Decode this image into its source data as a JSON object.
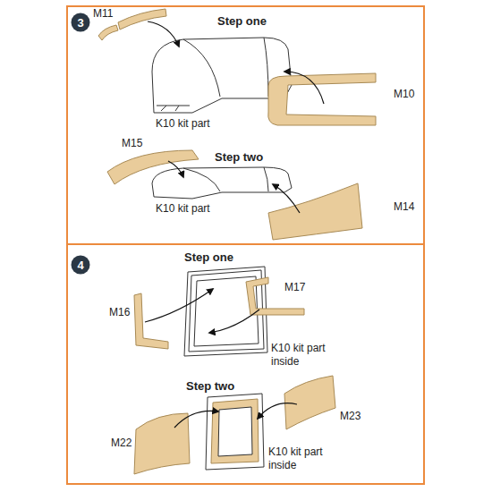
{
  "diagram": {
    "nodes": [
      {
        "text": [
          "3"
        ]
      },
      {
        "text": [
          "4"
        ]
      }
    ],
    "labels": [
      "Step one",
      "M11",
      "M10",
      "K10 kit part",
      "M15",
      "Step two",
      "M14",
      "K10 kit part",
      "Step one",
      "M16",
      "M17",
      "K10 kit part inside",
      "Step two",
      "M23",
      "M22",
      "K10 kit part inside"
    ]
  }
}
